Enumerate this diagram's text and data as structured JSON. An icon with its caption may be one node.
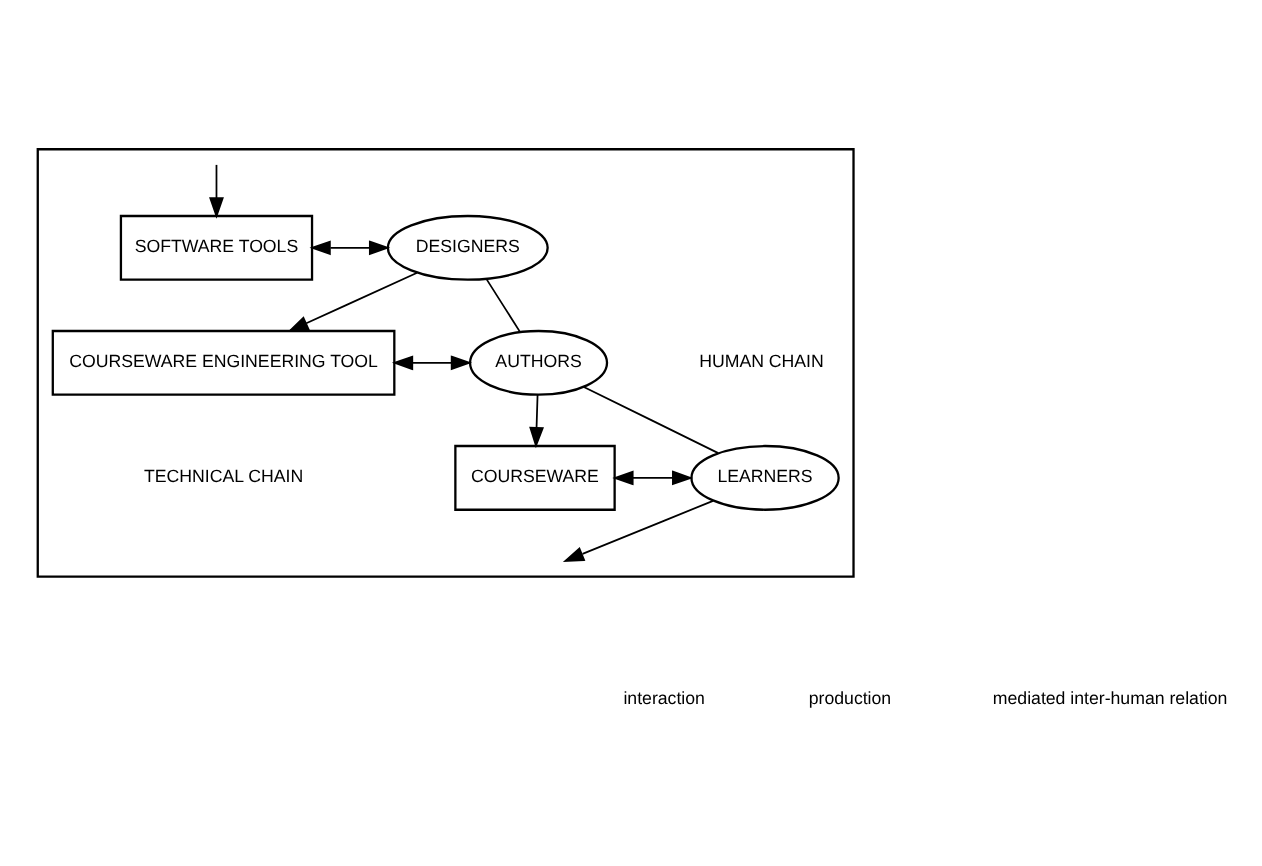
{
  "diagram": {
    "nodes": [
      {
        "text": [],
        "shape": "box"
      },
      {
        "text": [
          "SOFTWARE TOOLS"
        ],
        "in": 0
      },
      {
        "text": [
          "DESIGNERS"
        ],
        "in": 0
      },
      {
        "text": [
          "COURSEWARE ENGINEERING TOOL"
        ],
        "in": 0
      },
      {
        "text": [
          "AUTHORS"
        ],
        "in": 0
      },
      {
        "text": [
          "COURSEWARE"
        ],
        "in": 0
      },
      {
        "text": [
          "LEARNERS"
        ],
        "in": 0
      }
    ],
    "edges": [
      {
        "from": null,
        "to": 1,
        "arrow": "to"
      },
      {
        "from": 1,
        "to": 2,
        "arrow": "both"
      },
      {
        "from": 2,
        "to": 3,
        "arrow": "to"
      },
      {
        "from": 3,
        "to": 4,
        "arrow": "both"
      },
      {
        "from": 4,
        "to": 5,
        "arrow": "to"
      },
      {
        "from": 5,
        "to": 6,
        "arrow": "both"
      },
      {
        "from": 6,
        "to": null,
        "arrow": "to"
      },
      {
        "from": 2,
        "to": 4,
        "arrow": "none"
      },
      {
        "from": 4,
        "to": 6,
        "arrow": "none"
      }
    ],
    "labels": [
      "HUMAN CHAIN",
      "TECHNICAL CHAIN"
    ],
    "legend": [
      {
        "text": "interaction"
      },
      {
        "text": "production"
      },
      {
        "text": "mediated inter-human relation"
      }
    ]
  }
}
